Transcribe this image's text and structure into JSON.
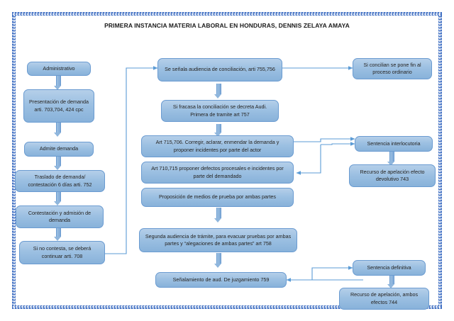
{
  "document": {
    "title": "PRIMERA INSTANCIA MATERIA LABORAL EN HONDURAS, DENNIS ZELAYA AMAYA",
    "border_style": "blue-dotted-frame",
    "colors": {
      "box_fill": "#9CC0E2",
      "box_border": "#6A9BD1",
      "connector": "#5B9BD5",
      "border_frame": "#4472C4",
      "text": "#1B1B1B"
    }
  },
  "flow": {
    "left_column": [
      {
        "id": "administrativo",
        "label": "Administrativo"
      },
      {
        "id": "presentacion",
        "label": "Presentación de demanda arti. 703,704,  424 cpc"
      },
      {
        "id": "admite",
        "label": "Admite demanda"
      },
      {
        "id": "traslado",
        "label": "Traslado de demanda/ contestación 6 días arti. 752"
      },
      {
        "id": "contestacion",
        "label": "Contestación y admisión de demanda"
      },
      {
        "id": "no_contesta",
        "label": "Si no contesta, se deberá continuar arti.  708"
      }
    ],
    "center_column": [
      {
        "id": "audiencia_conciliacion",
        "label": "Se señala audiencia de conciliación, arti 755,756"
      },
      {
        "id": "fracasa_conciliacion",
        "label": "Si fracasa la conciliación se decreta Audi. Primera de tramite art 757"
      },
      {
        "id": "art_715_706",
        "label": "Art 715,706.   Corregir, aclarar, enmendar la demanda y proponer incidentes por parte del actor"
      },
      {
        "id": "art_710_715",
        "label": "Art 710,715  proponer defectos procesales e incidentes por parte del demandado"
      },
      {
        "id": "proposicion_pruebas",
        "label": "Proposición de medios de prueba por ambas partes"
      },
      {
        "id": "segunda_audiencia",
        "label": "Segunda audiencia de trámite, para evacuar pruebas por ambas partes y “alegaciones de ambas partes” art 758"
      },
      {
        "id": "senalamiento",
        "label": "Señalamiento de aud. De juzgamiento 759"
      }
    ],
    "right_column": [
      {
        "id": "concilian",
        "label": "Si concilian se pone fin al proceso ordinario"
      },
      {
        "id": "interlocutoria",
        "label": "Sentencia interlocutoria"
      },
      {
        "id": "recurso_devolutivo",
        "label": "Recurso de apelación efecto devolutivo 743"
      },
      {
        "id": "definitiva",
        "label": "Sentencia definitiva"
      },
      {
        "id": "recurso_ambos",
        "label": "Recurso de apelación, ambos efectos 744"
      }
    ]
  }
}
